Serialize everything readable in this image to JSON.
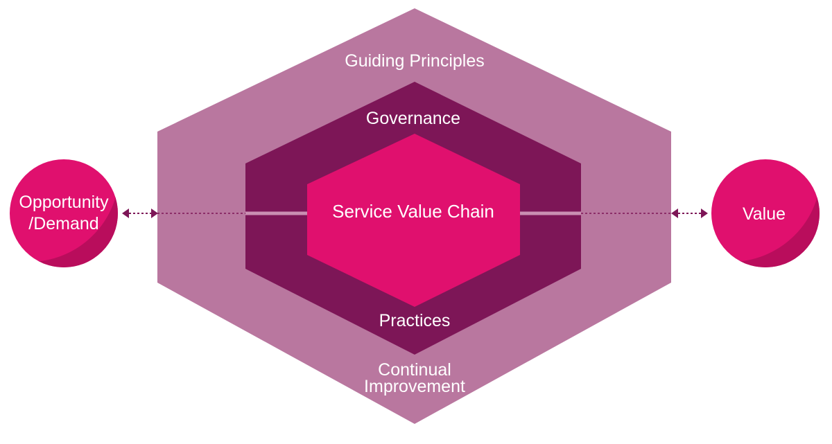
{
  "diagram": {
    "outer_layer": {
      "top_label": "Guiding Principles",
      "bottom_label_line1": "Continual",
      "bottom_label_line2": "Improvement",
      "color": "#b9779f"
    },
    "middle_layer": {
      "top_label": "Governance",
      "bottom_label": "Practices",
      "color": "#7d1657"
    },
    "core": {
      "label": "Service Value Chain",
      "color": "#e0106e"
    },
    "input_circle": {
      "label_line1": "Opportunity",
      "label_line2": "/Demand",
      "color": "#e0106e",
      "shade_color": "#b90d5c"
    },
    "output_circle": {
      "label": "Value",
      "color": "#e0106e",
      "shade_color": "#b90d5c"
    },
    "connector_color": "#7d1657"
  }
}
